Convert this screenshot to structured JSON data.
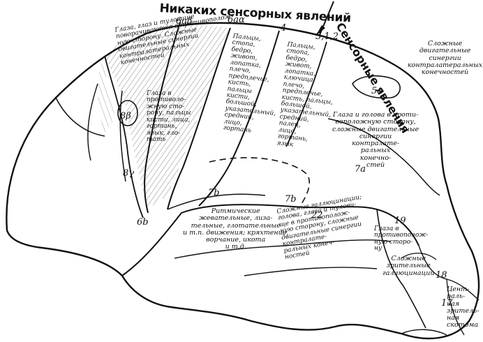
{
  "labels": {
    "title_top": "Никаких сенсорных явлений",
    "side_label": "Сенсорные явления",
    "areas": {
      "a6ab": "6aβ",
      "a6aa": "6aα",
      "a4": "4",
      "a312": "3,1,2",
      "a5a": "5a",
      "a8b": "8β",
      "a8g": "8γ",
      "a6b": "6b",
      "a7b1": "7b",
      "a7b2": "7b",
      "a7a": "7a",
      "a22": "22",
      "a19": "19",
      "a18": "18",
      "a17": "17"
    },
    "descriptions": {
      "eyes_head_left": "Глаза, глаз и туловище\nповорачиваются в противополож-\nную сторону. Сложные\nдвигательные синергии\nконтралатеральных\nконечностей",
      "eyes_alpha": "Глаза в\nпротиволо-\nжную сто-\nрону, пальцы\nкисти, лица,\nгортань,\nязык, гло-\nтать",
      "motor_4": "Пальцы,\nстопа,\nбедро,\nживот,\nлопатка,\nплечо,\nпредплечье,\nкисть,\nпальцы\nкисти,\nбольшой,\nуказательный,\nсредний,\nлицо,\nгортань",
      "sensory_312": "Пальцы,\nстопа,\nбедро,\nживот,\nлопатка,\nключица,\nплечо,\nпредплечье,\nкисть, пальцы,\nбольшой,\nуказательный,\nсредний,\nпалец,\nлицо,\nгортань,\nязык",
      "complex_5a": "Сложные\nдвигательные\nсинергии\nконтралатеральных\nконечностей",
      "eyes_7a": "Глаза и голова в проти-\nвоположную сторону,\nсложные двигательные\nсинергии\nконтралате-\nральных\nконечно-\nстей",
      "rhythmic_6b": "Ритмические\nжевательные, лиза-\nтельные, глотательные\nи т.п. движения; кряхтение,\nворчание, икота\nи т.д.",
      "complex_22": "Сложные галлюцинации;\nголова, глаза и тулови-\nще в противополож-\nную сторону, сложные\nдвигательные синергии\nконтралате-\nральных конеч-\nностей",
      "eyes_19": "Глаза в\nпротивополож-\nную сторо-\nну",
      "visual_hall": "Сложные\nзрительные\nгаллюцинации",
      "scotoma": "Цент-\nраль-\nная\nзритель-\nная\nскотома"
    }
  }
}
